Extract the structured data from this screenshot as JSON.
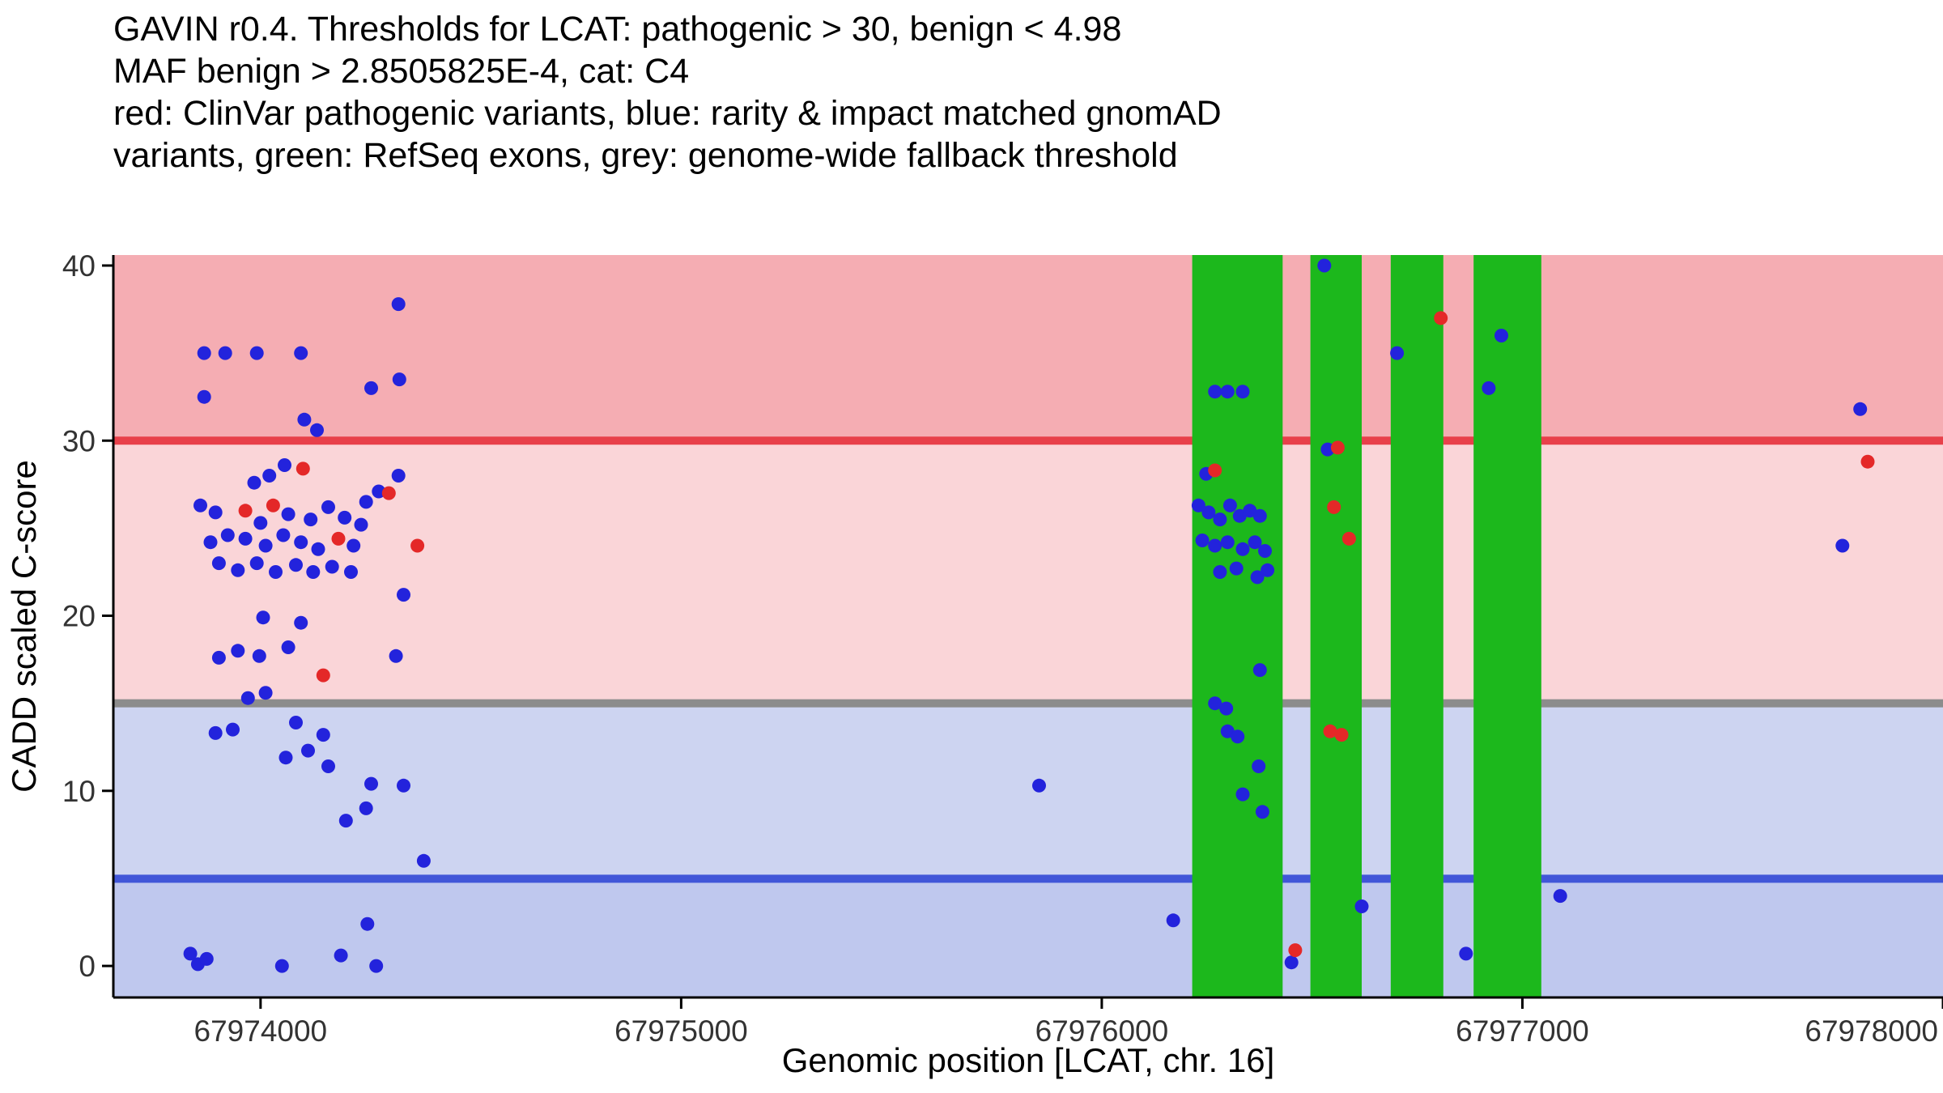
{
  "title_lines": [
    "GAVIN r0.4. Thresholds for LCAT: pathogenic > 30, benign < 4.98",
    "MAF benign > 2.8505825E-4, cat: C4",
    "red: ClinVar pathogenic variants, blue: rarity & impact matched gnomAD",
    "variants, green: RefSeq exons, grey: genome-wide fallback threshold"
  ],
  "chart_data": {
    "type": "scatter",
    "title": "GAVIN r0.4. Thresholds for LCAT: pathogenic > 30, benign < 4.98 MAF benign > 2.8505825E-4, cat: C4. red: ClinVar pathogenic variants, blue: rarity & impact matched gnomAD variants, green: RefSeq exons, grey: genome-wide fallback threshold",
    "xlabel": "Genomic position [LCAT, chr. 16]",
    "ylabel": "CADD scaled C-score",
    "xlim": [
      67973650,
      67978000
    ],
    "ylim": [
      -1.8,
      40.6
    ],
    "x_ticks": [
      67974000,
      67975000,
      67976000,
      67977000,
      67978000
    ],
    "y_ticks": [
      0,
      10,
      20,
      30,
      40
    ],
    "grid": false,
    "legend": "none",
    "thresholds": {
      "pathogenic_gt": 30,
      "benign_lt": 4.98,
      "genome_wide_fallback": 15,
      "maf_benign_gt": "2.8505825E-4",
      "category": "C4",
      "gene": "LCAT",
      "chromosome": "16"
    },
    "bands": [
      {
        "y_from": 30,
        "y_to": "top",
        "color": "#F5ADB3",
        "meaning": "pathogenic zone"
      },
      {
        "y_from": 15,
        "y_to": 30,
        "color": "#FAD5D8",
        "meaning": "likely pathogenic zone"
      },
      {
        "y_from": 4.98,
        "y_to": 15,
        "color": "#CDD4F1",
        "meaning": "likely benign zone"
      },
      {
        "y_from": "bottom",
        "y_to": 4.98,
        "color": "#BFC8EE",
        "meaning": "benign zone"
      }
    ],
    "hlines": [
      {
        "y": 30,
        "color": "#E8404A",
        "meaning": "pathogenic threshold"
      },
      {
        "y": 15,
        "color": "#8C8C8C",
        "meaning": "genome-wide fallback threshold"
      },
      {
        "y": 4.98,
        "color": "#4156D8",
        "meaning": "benign threshold"
      }
    ],
    "exons": {
      "color": "#1CB81C",
      "meaning": "RefSeq exons",
      "regions": [
        [
          67976215,
          67976430
        ],
        [
          67976496,
          67976618
        ],
        [
          67976687,
          67976812
        ],
        [
          67976884,
          67977045
        ]
      ]
    },
    "series": [
      {
        "name": "rarity & impact matched gnomAD variants",
        "color": "#2323DC",
        "points": [
          [
            67973866,
            35.0
          ],
          [
            67973916,
            35.0
          ],
          [
            67973991,
            35.0
          ],
          [
            67974096,
            35.0
          ],
          [
            67974328,
            37.8
          ],
          [
            67974263,
            33.0
          ],
          [
            67974330,
            33.5
          ],
          [
            67973866,
            32.5
          ],
          [
            67974104,
            31.2
          ],
          [
            67974134,
            30.6
          ],
          [
            67974021,
            28.0
          ],
          [
            67974057,
            28.6
          ],
          [
            67973985,
            27.6
          ],
          [
            67974328,
            28.0
          ],
          [
            67974251,
            26.5
          ],
          [
            67974281,
            27.1
          ],
          [
            67973857,
            26.3
          ],
          [
            67973893,
            25.9
          ],
          [
            67974000,
            25.3
          ],
          [
            67974066,
            25.8
          ],
          [
            67974119,
            25.5
          ],
          [
            67974161,
            26.2
          ],
          [
            67974200,
            25.6
          ],
          [
            67974239,
            25.2
          ],
          [
            67973881,
            24.2
          ],
          [
            67973922,
            24.6
          ],
          [
            67973964,
            24.4
          ],
          [
            67974012,
            24.0
          ],
          [
            67974054,
            24.6
          ],
          [
            67974096,
            24.2
          ],
          [
            67974137,
            23.8
          ],
          [
            67974221,
            24.0
          ],
          [
            67973901,
            23.0
          ],
          [
            67973946,
            22.6
          ],
          [
            67973991,
            23.0
          ],
          [
            67974036,
            22.5
          ],
          [
            67974084,
            22.9
          ],
          [
            67974125,
            22.5
          ],
          [
            67974170,
            22.8
          ],
          [
            67974215,
            22.5
          ],
          [
            67974340,
            21.2
          ],
          [
            67974006,
            19.9
          ],
          [
            67974096,
            19.6
          ],
          [
            67973901,
            17.6
          ],
          [
            67973946,
            18.0
          ],
          [
            67973997,
            17.7
          ],
          [
            67974066,
            18.2
          ],
          [
            67974322,
            17.7
          ],
          [
            67973970,
            15.3
          ],
          [
            67974012,
            15.6
          ],
          [
            67973893,
            13.3
          ],
          [
            67973934,
            13.5
          ],
          [
            67974084,
            13.9
          ],
          [
            67974149,
            13.2
          ],
          [
            67974060,
            11.9
          ],
          [
            67974113,
            12.3
          ],
          [
            67974161,
            11.4
          ],
          [
            67974263,
            10.4
          ],
          [
            67974340,
            10.3
          ],
          [
            67974203,
            8.3
          ],
          [
            67974251,
            9.0
          ],
          [
            67974388,
            6.0
          ],
          [
            67974254,
            2.4
          ],
          [
            67973833,
            0.7
          ],
          [
            67973851,
            0.1
          ],
          [
            67973872,
            0.4
          ],
          [
            67974051,
            0.0
          ],
          [
            67974191,
            0.6
          ],
          [
            67974275,
            0.0
          ],
          [
            67975851,
            10.3
          ],
          [
            67976170,
            2.6
          ],
          [
            67976529,
            40.0
          ],
          [
            67976702,
            35.0
          ],
          [
            67976950,
            36.0
          ],
          [
            67976920,
            33.0
          ],
          [
            67976269,
            32.8
          ],
          [
            67976299,
            32.8
          ],
          [
            67976335,
            32.8
          ],
          [
            67976537,
            29.5
          ],
          [
            67976248,
            28.1
          ],
          [
            67976230,
            26.3
          ],
          [
            67976254,
            25.9
          ],
          [
            67976281,
            25.5
          ],
          [
            67976305,
            26.3
          ],
          [
            67976328,
            25.7
          ],
          [
            67976352,
            26.0
          ],
          [
            67976376,
            25.7
          ],
          [
            67976239,
            24.3
          ],
          [
            67976269,
            24.0
          ],
          [
            67976299,
            24.2
          ],
          [
            67976335,
            23.8
          ],
          [
            67976364,
            24.2
          ],
          [
            67976388,
            23.7
          ],
          [
            67976281,
            22.5
          ],
          [
            67976320,
            22.7
          ],
          [
            67976370,
            22.2
          ],
          [
            67976394,
            22.6
          ],
          [
            67976376,
            16.9
          ],
          [
            67976269,
            15.0
          ],
          [
            67976296,
            14.7
          ],
          [
            67976299,
            13.4
          ],
          [
            67976323,
            13.1
          ],
          [
            67976373,
            11.4
          ],
          [
            67976335,
            9.8
          ],
          [
            67976382,
            8.8
          ],
          [
            67976618,
            3.4
          ],
          [
            67976451,
            0.2
          ],
          [
            67976866,
            0.7
          ],
          [
            67977090,
            4.0
          ],
          [
            67977803,
            31.8
          ],
          [
            67977761,
            24.0
          ]
        ]
      },
      {
        "name": "ClinVar pathogenic variants",
        "color": "#E42828",
        "points": [
          [
            67974101,
            28.4
          ],
          [
            67973964,
            26.0
          ],
          [
            67974030,
            26.3
          ],
          [
            67974305,
            27.0
          ],
          [
            67974185,
            24.4
          ],
          [
            67974373,
            24.0
          ],
          [
            67974149,
            16.6
          ],
          [
            67976806,
            37.0
          ],
          [
            67976561,
            29.6
          ],
          [
            67976269,
            28.3
          ],
          [
            67976552,
            26.2
          ],
          [
            67976588,
            24.4
          ],
          [
            67976543,
            13.4
          ],
          [
            67976570,
            13.2
          ],
          [
            67976460,
            0.9
          ],
          [
            67977821,
            28.8
          ]
        ]
      }
    ]
  }
}
